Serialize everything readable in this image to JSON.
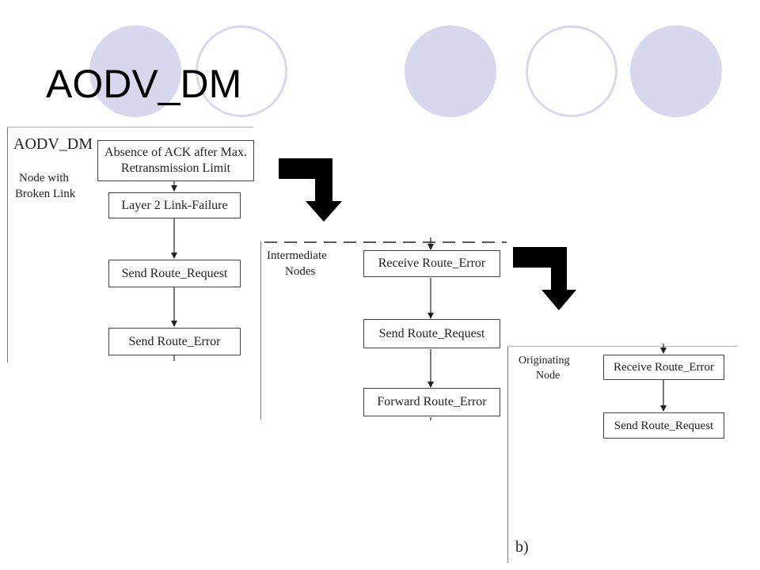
{
  "slide": {
    "title": "AODV_DM",
    "circle_fill": "#d7d7ee",
    "circle_ring": "#d7d7ee"
  },
  "panels": {
    "node_broken": {
      "title": "AODV_DM",
      "label_line1": "Node with",
      "label_line2": "Broken Link",
      "boxes": [
        {
          "line1": "Absence of ACK after Max.",
          "line2": "Retransmission Limit"
        },
        {
          "label": "Layer 2 Link-Failure"
        },
        {
          "label": "Send Route_Request"
        },
        {
          "label": "Send Route_Error"
        }
      ]
    },
    "intermediate": {
      "label_line1": "Intermediate",
      "label_line2": "Nodes",
      "boxes": [
        {
          "label": "Receive Route_Error"
        },
        {
          "label": "Send Route_Request"
        },
        {
          "label": "Forward Route_Error"
        }
      ]
    },
    "originating": {
      "label_line1": "Originating",
      "label_line2": "Node",
      "boxes": [
        {
          "label": "Receive Route_Error"
        },
        {
          "label": "Send Route_Request"
        }
      ],
      "footer": "b)"
    }
  }
}
